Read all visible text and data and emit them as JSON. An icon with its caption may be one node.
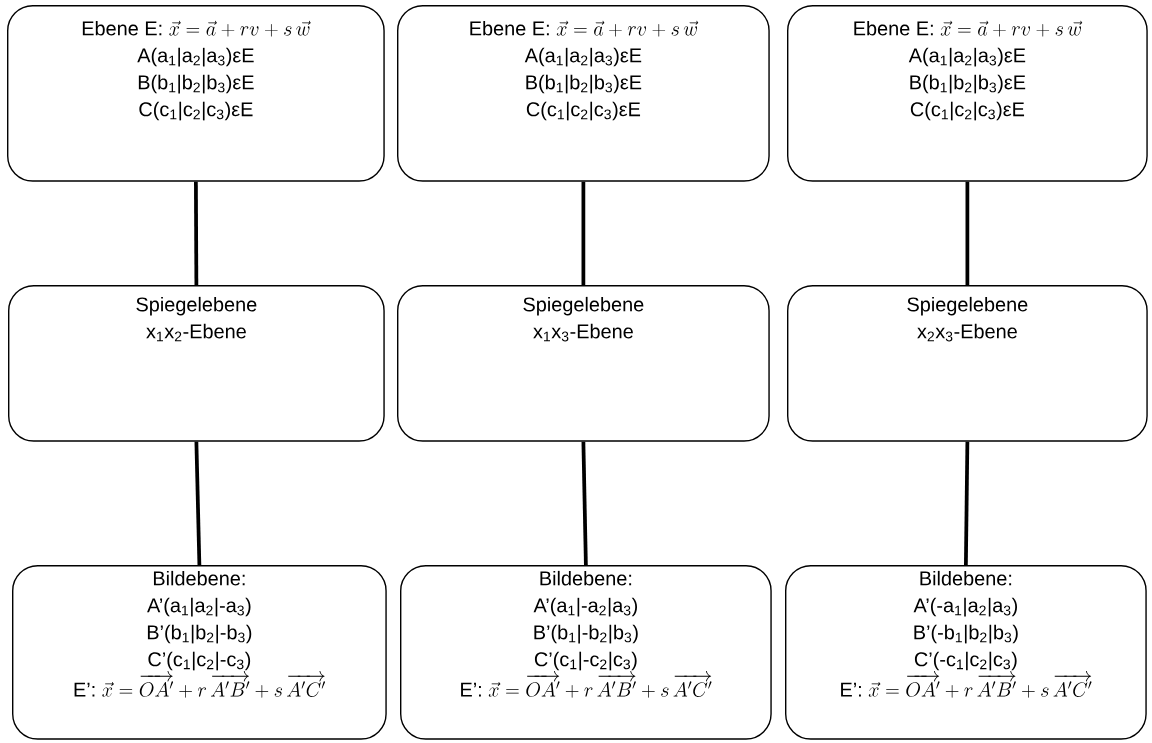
{
  "diagram": {
    "nodes": [
      {
        "text": [
          "Ebene E:",
          "\\vec{x} = \\vec{a} + r v + s\\,\\vec{w}",
          "A(a$_{1}$|a$_{2}$|a$_{3}$)εE",
          "B(b$_{1}$|b$_{2}$|b$_{3}$)εE",
          "C(c$_{1}$|c$_{2}$|c$_{3}$)εE"
        ]
      },
      {
        "text": [
          "Ebene E:",
          "\\vec{x} = \\vec{a} + r v + s\\,\\vec{w}",
          "A(a$_{1}$|a$_{2}$|a$_{3}$)εE",
          "B(b$_{1}$|b$_{2}$|b$_{3}$)εE",
          "C(c$_{1}$|c$_{2}$|c$_{3}$)εE"
        ]
      },
      {
        "text": [
          "Ebene E:",
          "\\vec{x} = \\vec{a} + r v + s\\,\\vec{w}",
          "A(a$_{1}$|a$_{2}$|a$_{3}$)εE",
          "B(b$_{1}$|b$_{2}$|b$_{3}$)εE",
          "C(c$_{1}$|c$_{2}$|c$_{3}$)εE"
        ]
      },
      {
        "text": [
          "Spiegelebene",
          "x$_{1}$x$_{2}$-Ebene"
        ]
      },
      {
        "text": [
          "Spiegelebene",
          "x$_{1}$x$_{3}$-Ebene"
        ]
      },
      {
        "text": [
          "Spiegelebene",
          "x$_{2}$x$_{3}$-Ebene"
        ]
      },
      {
        "text": [
          "Bildebene:",
          "A’(a$_{1}$|a$_{2}$|-a$_{3}$)",
          "B’(b$_{1}$|b$_{2}$|-b$_{3}$)",
          "C’(c$_{1}$|c$_{2}$|-c$_{3}$)",
          "E’:",
          "\\vec{x} = \\overrightarrow{OA'} + r\\,\\overrightarrow{A'B'} + s\\,\\overrightarrow{A'C'}"
        ]
      },
      {
        "text": [
          "Bildebene:",
          "A’(a$_{1}$|-a$_{2}$|a$_{3}$)",
          "B’(b$_{1}$|-b$_{2}$|b$_{3}$)",
          "C’(c$_{1}$|-c$_{2}$|c$_{3}$)",
          "E’:",
          "\\vec{x} = \\overrightarrow{OA'} + r\\,\\overrightarrow{A'B'} + s\\,\\overrightarrow{A'C'}"
        ]
      },
      {
        "text": [
          "Bildebene:",
          "A’(-a$_{1}$|a$_{2}$|a$_{3}$)",
          "B’(-b$_{1}$|b$_{2}$|b$_{3}$)",
          "C’(-c$_{1}$|c$_{2}$|c$_{3}$)",
          "E’:",
          "\\vec{x} = \\overrightarrow{OA'} + r\\,\\overrightarrow{A'B'} + s\\,\\overrightarrow{A'C'}"
        ]
      }
    ],
    "edges": [
      {
        "from": 0,
        "to": 3,
        "arrow": "none"
      },
      {
        "from": 3,
        "to": 6,
        "arrow": "none"
      },
      {
        "from": 1,
        "to": 4,
        "arrow": "none"
      },
      {
        "from": 4,
        "to": 7,
        "arrow": "none"
      },
      {
        "from": 2,
        "to": 5,
        "arrow": "none"
      },
      {
        "from": 5,
        "to": 8,
        "arrow": "none"
      }
    ]
  }
}
